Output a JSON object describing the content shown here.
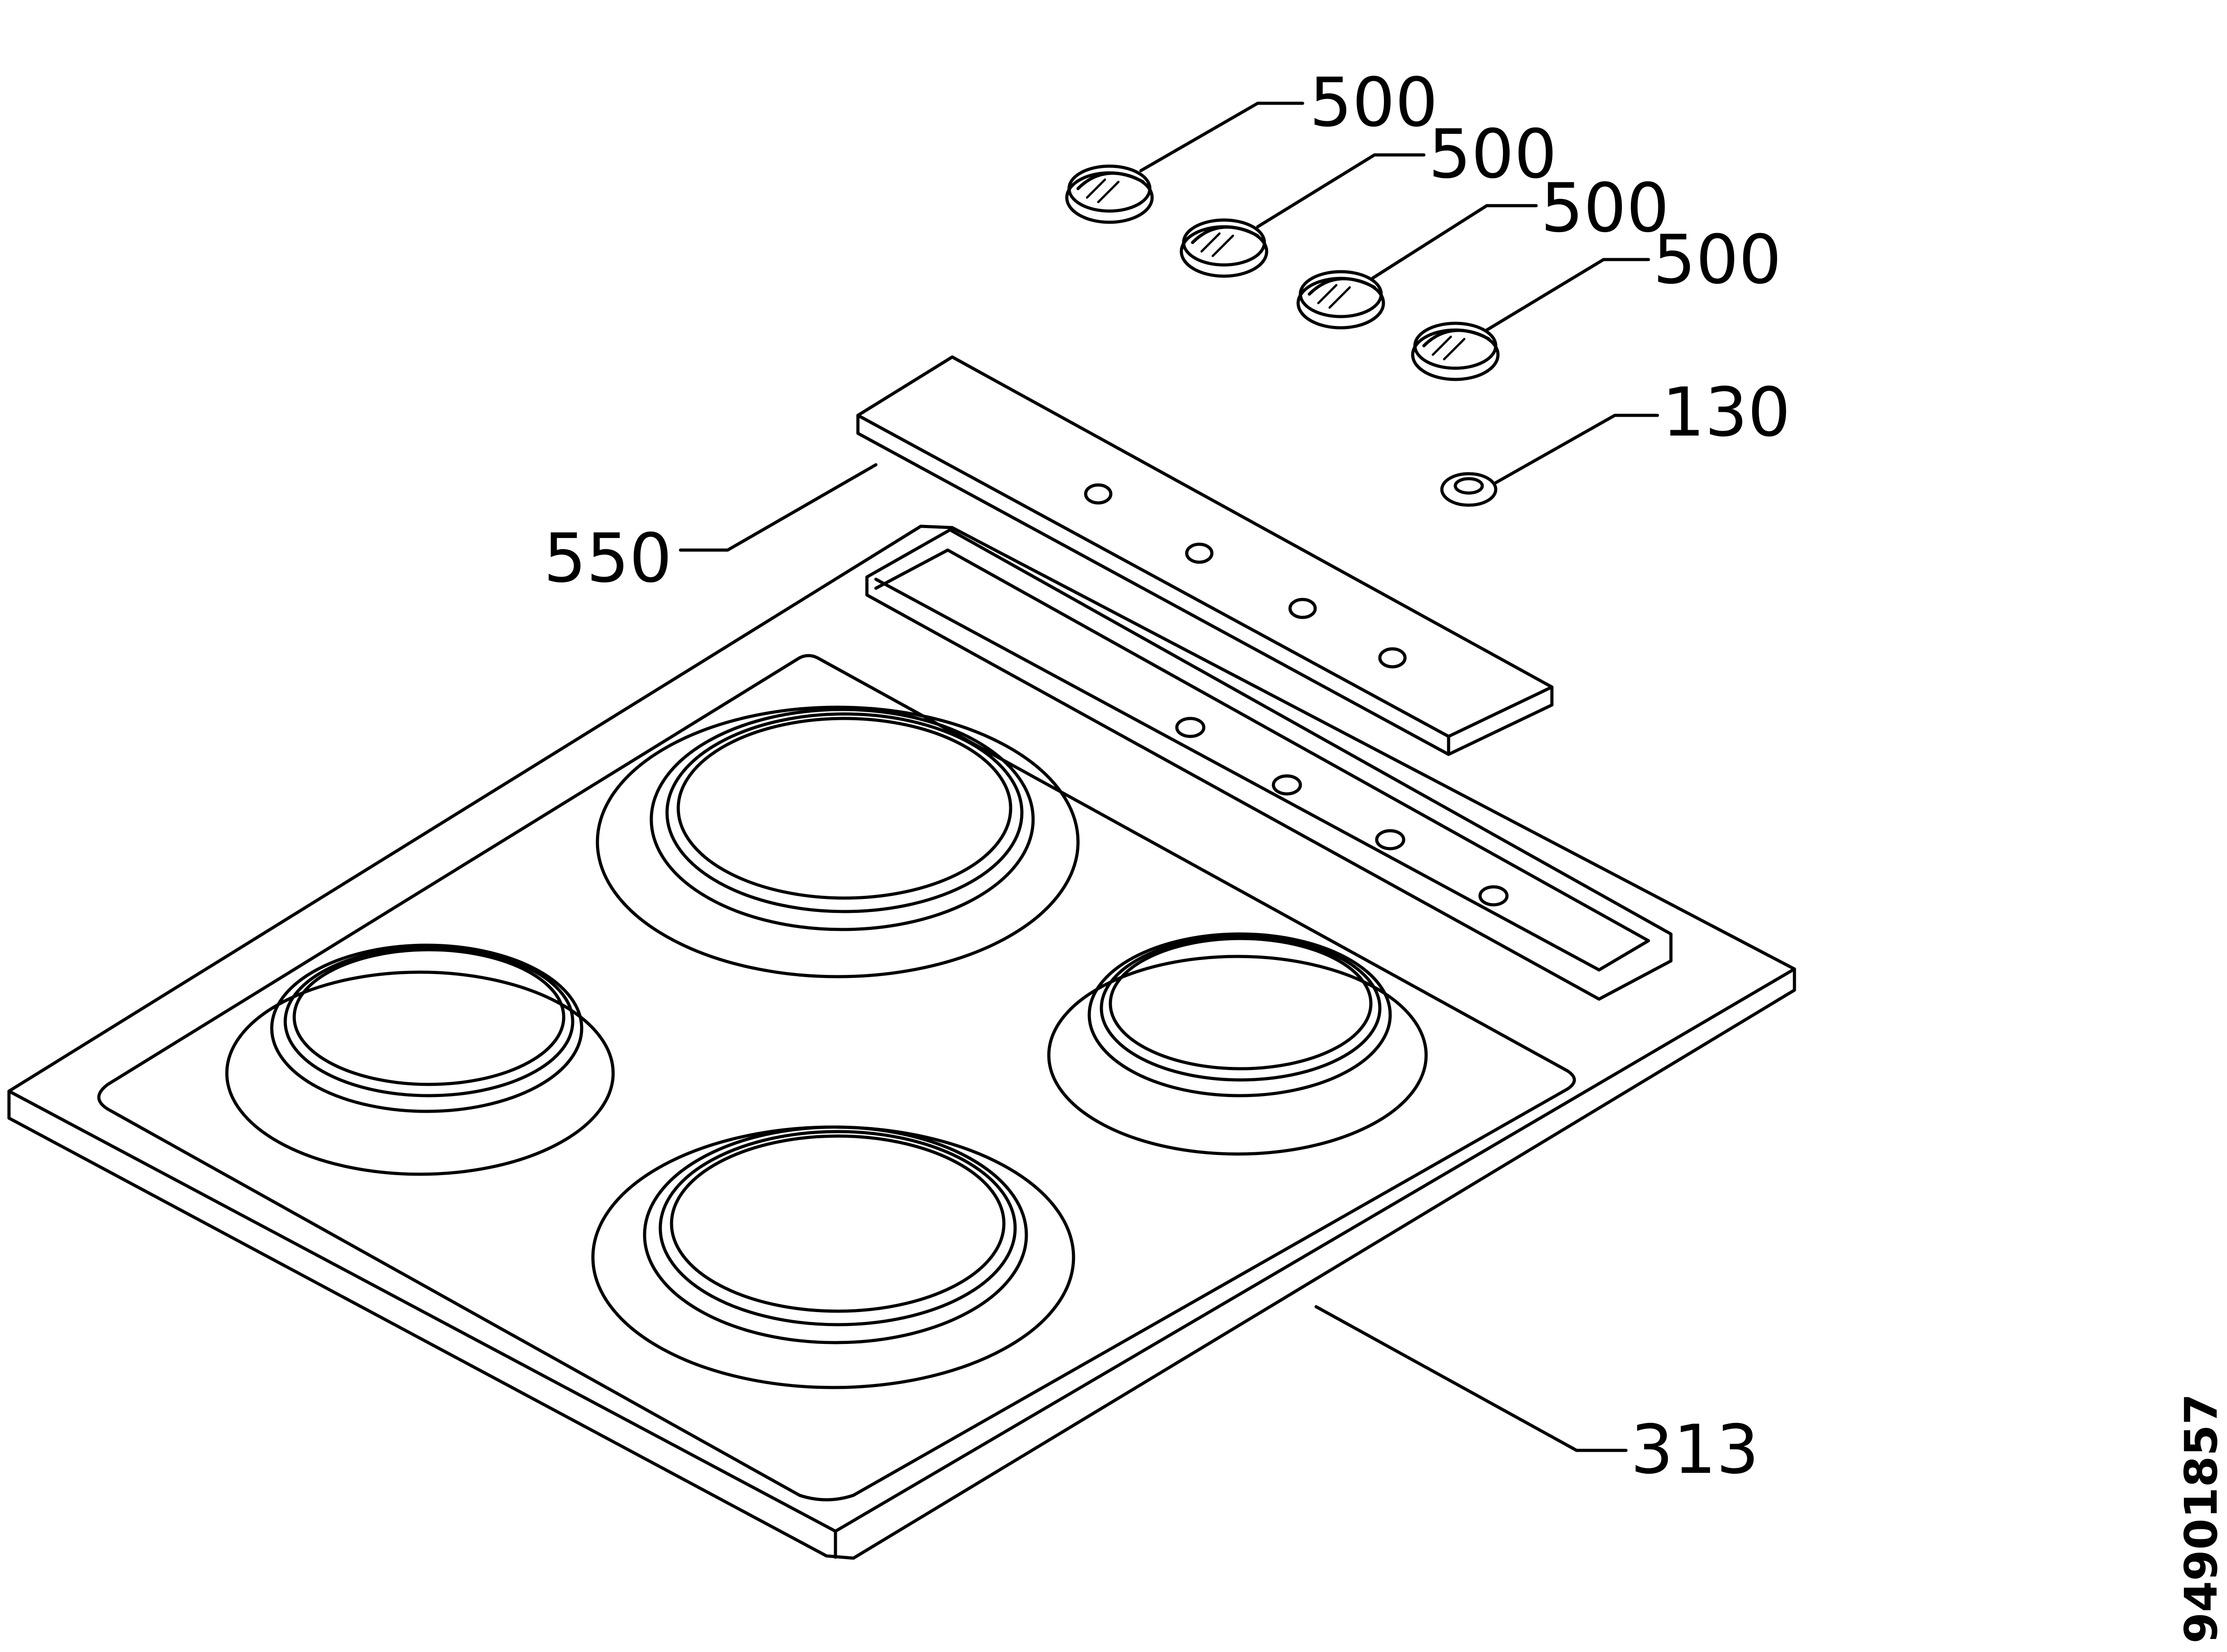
{
  "labels": {
    "knob_1": "500",
    "knob_2": "500",
    "knob_3": "500",
    "knob_4": "500",
    "plug": "130",
    "control_panel": "550",
    "hob_top": "313"
  },
  "document_number": "94901857"
}
